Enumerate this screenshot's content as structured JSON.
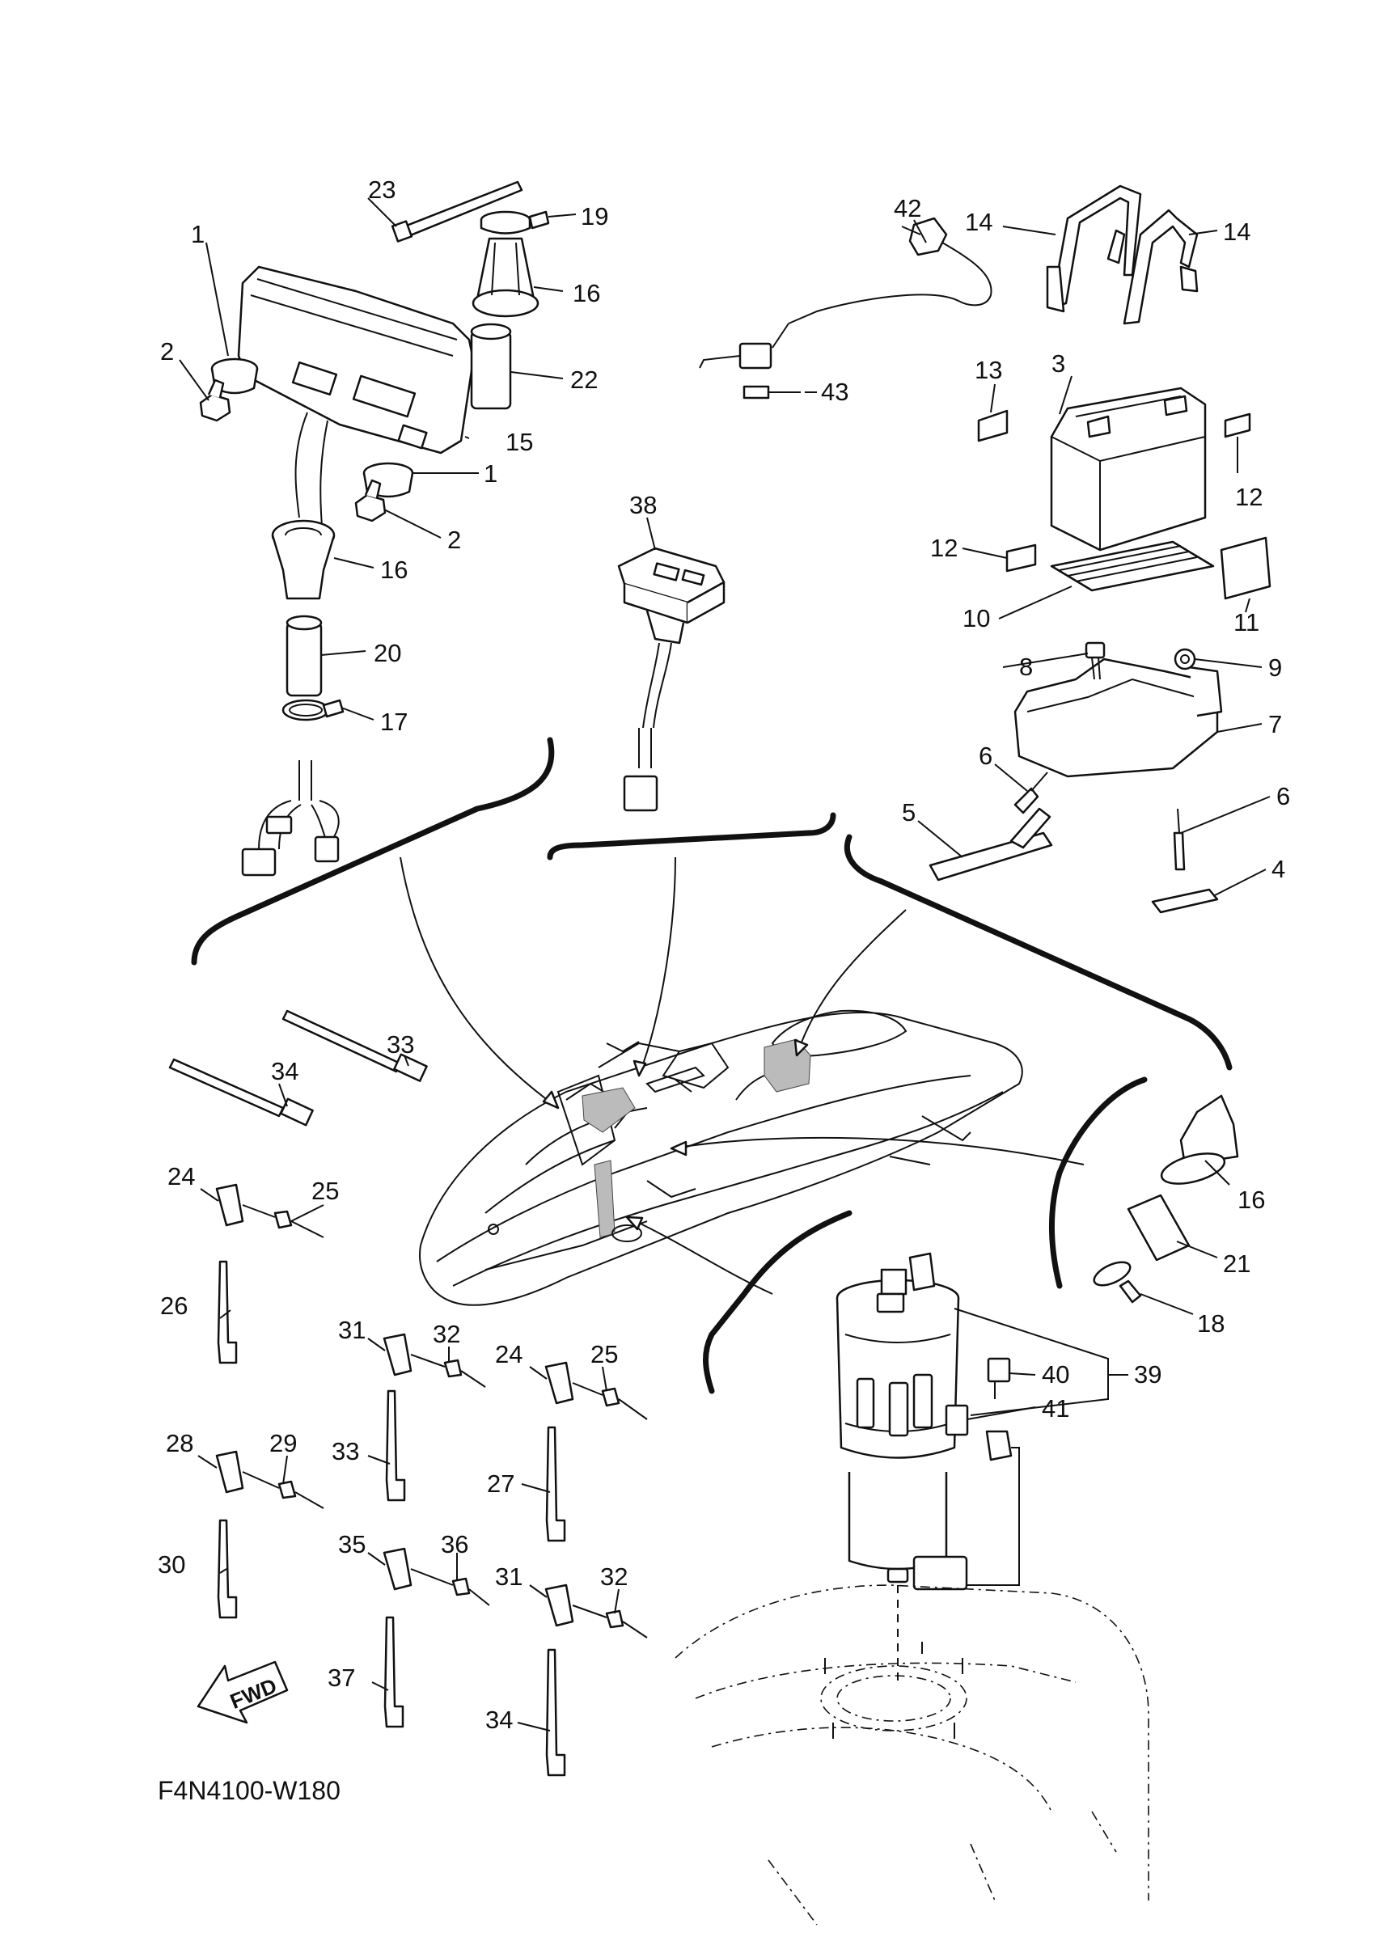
{
  "drawing_code": "F4N4100-W180",
  "fwd_label": "FWD",
  "callouts": [
    {
      "id": "c1a",
      "text": "1"
    },
    {
      "id": "c1b",
      "text": "1"
    },
    {
      "id": "c2a",
      "text": "2"
    },
    {
      "id": "c2b",
      "text": "2"
    },
    {
      "id": "c3",
      "text": "3"
    },
    {
      "id": "c4",
      "text": "4"
    },
    {
      "id": "c5",
      "text": "5"
    },
    {
      "id": "c6a",
      "text": "6"
    },
    {
      "id": "c6b",
      "text": "6"
    },
    {
      "id": "c7",
      "text": "7"
    },
    {
      "id": "c8",
      "text": "8"
    },
    {
      "id": "c9",
      "text": "9"
    },
    {
      "id": "c10",
      "text": "10"
    },
    {
      "id": "c11",
      "text": "11"
    },
    {
      "id": "c12a",
      "text": "12"
    },
    {
      "id": "c12b",
      "text": "12"
    },
    {
      "id": "c13",
      "text": "13"
    },
    {
      "id": "c14a",
      "text": "14"
    },
    {
      "id": "c14b",
      "text": "14"
    },
    {
      "id": "c15",
      "text": "15"
    },
    {
      "id": "c16a",
      "text": "16"
    },
    {
      "id": "c16b",
      "text": "16"
    },
    {
      "id": "c16c",
      "text": "16"
    },
    {
      "id": "c17",
      "text": "17"
    },
    {
      "id": "c18",
      "text": "18"
    },
    {
      "id": "c19",
      "text": "19"
    },
    {
      "id": "c20",
      "text": "20"
    },
    {
      "id": "c21",
      "text": "21"
    },
    {
      "id": "c22",
      "text": "22"
    },
    {
      "id": "c23",
      "text": "23"
    },
    {
      "id": "c24a",
      "text": "24"
    },
    {
      "id": "c24b",
      "text": "24"
    },
    {
      "id": "c25a",
      "text": "25"
    },
    {
      "id": "c25b",
      "text": "25"
    },
    {
      "id": "c26",
      "text": "26"
    },
    {
      "id": "c27",
      "text": "27"
    },
    {
      "id": "c28",
      "text": "28"
    },
    {
      "id": "c29",
      "text": "29"
    },
    {
      "id": "c30",
      "text": "30"
    },
    {
      "id": "c31a",
      "text": "31"
    },
    {
      "id": "c31b",
      "text": "31"
    },
    {
      "id": "c32a",
      "text": "32"
    },
    {
      "id": "c32b",
      "text": "32"
    },
    {
      "id": "c33a",
      "text": "33"
    },
    {
      "id": "c33b",
      "text": "33"
    },
    {
      "id": "c34a",
      "text": "34"
    },
    {
      "id": "c34b",
      "text": "34"
    },
    {
      "id": "c35",
      "text": "35"
    },
    {
      "id": "c36",
      "text": "36"
    },
    {
      "id": "c37",
      "text": "37"
    },
    {
      "id": "c38",
      "text": "38"
    },
    {
      "id": "c39",
      "text": "39"
    },
    {
      "id": "c40",
      "text": "40"
    },
    {
      "id": "c41",
      "text": "41"
    },
    {
      "id": "c42",
      "text": "42"
    },
    {
      "id": "c43",
      "text": "43"
    }
  ]
}
